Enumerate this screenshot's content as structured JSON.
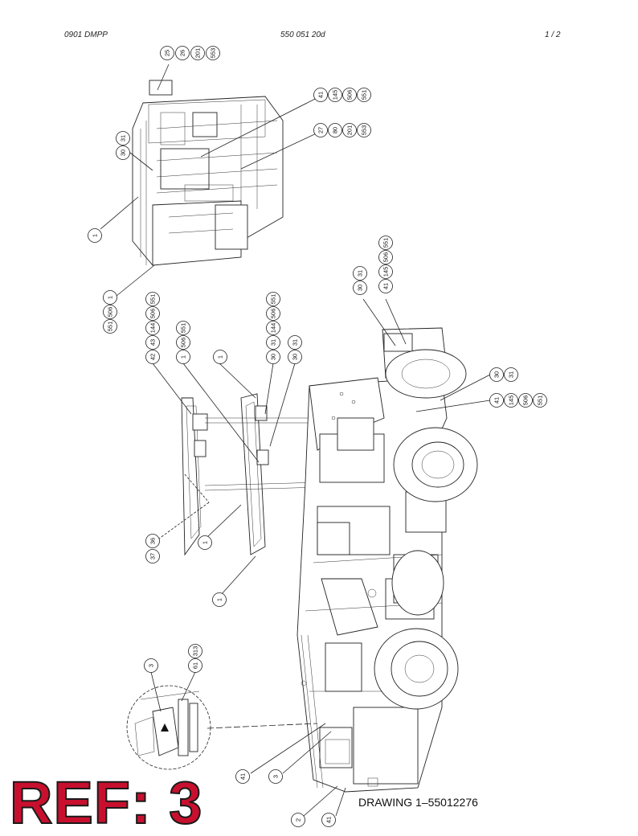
{
  "header": {
    "left": "0901 DMPP",
    "center": "550 051 20d",
    "right": "1 /  2"
  },
  "balloons": {
    "b1": "25",
    "b2": "26",
    "b3": "201",
    "b4": "553",
    "b5": "41",
    "b6": "145",
    "b7": "506",
    "b8": "551",
    "b9": "27",
    "b10": "80",
    "b11": "201",
    "b12": "553",
    "b13": "30",
    "b14": "31",
    "b15": "1",
    "b16": "1",
    "b17": "506",
    "b18": "551",
    "b19": "42",
    "b20": "43",
    "b21": "144",
    "b22": "506",
    "b23": "551",
    "b24": "1",
    "b25": "506",
    "b26": "551",
    "b27": "1",
    "b28": "30",
    "b29": "31",
    "b30": "144",
    "b31": "506",
    "b32": "551",
    "b33": "30",
    "b34": "31",
    "b35": "30",
    "b36": "31",
    "b37": "41",
    "b38": "145",
    "b39": "506",
    "b40": "551",
    "b41": "30",
    "b42": "31",
    "b43": "41",
    "b44": "145",
    "b45": "506",
    "b46": "551",
    "b47": "36",
    "b48": "37",
    "b49": "1",
    "b50": "1",
    "b51": "3",
    "b52": "61",
    "b53": "313",
    "b54": "41",
    "b55": "3",
    "b56": "2",
    "b57": "41"
  },
  "stamp": "REF: 3",
  "drawing_label": "DRAWING 1–55012276"
}
